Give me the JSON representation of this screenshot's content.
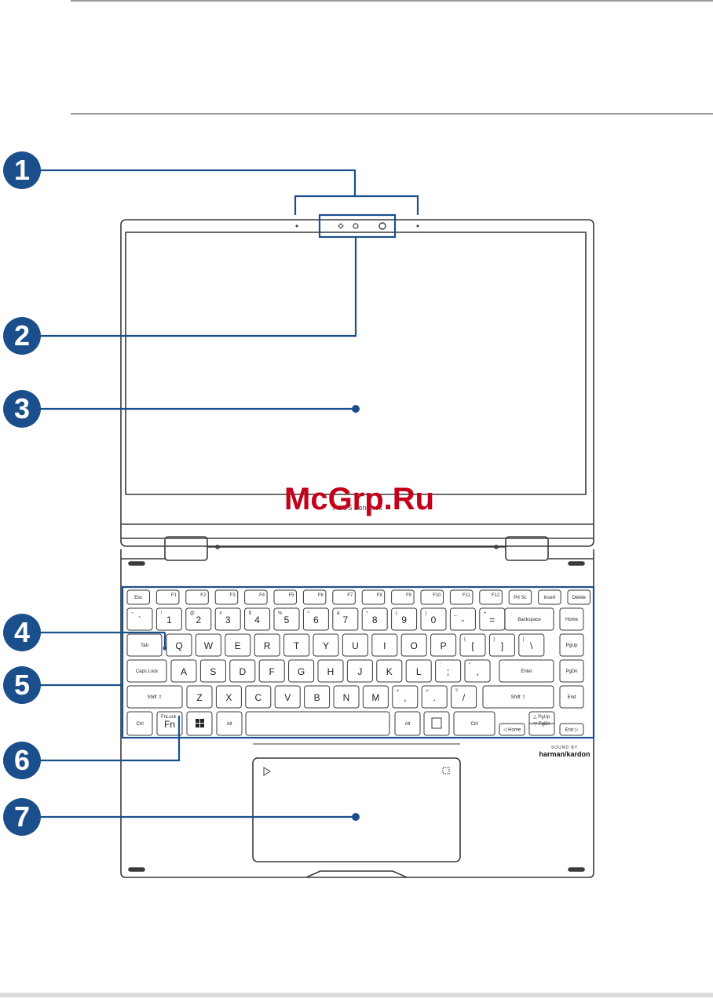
{
  "callouts": [
    "1",
    "2",
    "3",
    "4",
    "5",
    "6",
    "7"
  ],
  "watermark": "McGrp.Ru",
  "laptop_logo": "ASUS ZenBook",
  "speaker_brand": {
    "top": "SOUND BY",
    "name": "harman/kardon"
  },
  "colors": {
    "callout": "#1b4f8c",
    "line": "#1b4f8c",
    "outline": "#3a3a3a",
    "watermark": "#c4001a"
  },
  "keyboard": {
    "row0": [
      {
        "main": "Esc",
        "sub": ""
      },
      {
        "main": "",
        "sub": "F1"
      },
      {
        "main": "",
        "sub": "F2"
      },
      {
        "main": "",
        "sub": "F3"
      },
      {
        "main": "",
        "sub": "F4"
      },
      {
        "main": "",
        "sub": "F5"
      },
      {
        "main": "",
        "sub": "F6"
      },
      {
        "main": "",
        "sub": "F7"
      },
      {
        "main": "",
        "sub": "F8"
      },
      {
        "main": "",
        "sub": "F9"
      },
      {
        "main": "",
        "sub": "F10"
      },
      {
        "main": "",
        "sub": "F11"
      },
      {
        "main": "",
        "sub": "F12"
      },
      {
        "main": "Prt Sc",
        "sub": ""
      },
      {
        "main": "Insert",
        "sub": ""
      },
      {
        "main": "Delete",
        "sub": ""
      }
    ],
    "row1": [
      {
        "main": "`",
        "sub": "~"
      },
      {
        "main": "1",
        "sub": "!"
      },
      {
        "main": "2",
        "sub": "@"
      },
      {
        "main": "3",
        "sub": "#"
      },
      {
        "main": "4",
        "sub": "$"
      },
      {
        "main": "5",
        "sub": "%"
      },
      {
        "main": "6",
        "sub": "^"
      },
      {
        "main": "7",
        "sub": "&"
      },
      {
        "main": "8",
        "sub": "*"
      },
      {
        "main": "9",
        "sub": "("
      },
      {
        "main": "0",
        "sub": ")"
      },
      {
        "main": "-",
        "sub": "_"
      },
      {
        "main": "=",
        "sub": "+"
      },
      {
        "main": "Backspace",
        "sub": ""
      },
      {
        "main": "Home",
        "sub": ""
      }
    ],
    "row2": [
      {
        "main": "Tab",
        "sub": ""
      },
      {
        "main": "Q",
        "sub": ""
      },
      {
        "main": "W",
        "sub": ""
      },
      {
        "main": "E",
        "sub": ""
      },
      {
        "main": "R",
        "sub": ""
      },
      {
        "main": "T",
        "sub": ""
      },
      {
        "main": "Y",
        "sub": ""
      },
      {
        "main": "U",
        "sub": ""
      },
      {
        "main": "I",
        "sub": ""
      },
      {
        "main": "O",
        "sub": ""
      },
      {
        "main": "P",
        "sub": ""
      },
      {
        "main": "[",
        "sub": "{"
      },
      {
        "main": "]",
        "sub": "}"
      },
      {
        "main": "\\",
        "sub": "|"
      },
      {
        "main": "PgUp",
        "sub": ""
      }
    ],
    "row3": [
      {
        "main": "Caps Lock",
        "sub": ""
      },
      {
        "main": "A",
        "sub": ""
      },
      {
        "main": "S",
        "sub": ""
      },
      {
        "main": "D",
        "sub": ""
      },
      {
        "main": "F",
        "sub": ""
      },
      {
        "main": "G",
        "sub": ""
      },
      {
        "main": "H",
        "sub": ""
      },
      {
        "main": "J",
        "sub": ""
      },
      {
        "main": "K",
        "sub": ""
      },
      {
        "main": "L",
        "sub": ""
      },
      {
        "main": ";",
        "sub": ":"
      },
      {
        "main": ",",
        "sub": "\""
      },
      {
        "main": "Enter",
        "sub": ""
      },
      {
        "main": "PgDn",
        "sub": ""
      }
    ],
    "row4": [
      {
        "main": "Shift ⇧",
        "sub": ""
      },
      {
        "main": "Z",
        "sub": ""
      },
      {
        "main": "X",
        "sub": ""
      },
      {
        "main": "C",
        "sub": ""
      },
      {
        "main": "V",
        "sub": ""
      },
      {
        "main": "B",
        "sub": ""
      },
      {
        "main": "N",
        "sub": ""
      },
      {
        "main": "M",
        "sub": ""
      },
      {
        "main": ",",
        "sub": "<"
      },
      {
        "main": ".",
        "sub": ">"
      },
      {
        "main": "/",
        "sub": "?"
      },
      {
        "main": "Shift ⇧",
        "sub": ""
      },
      {
        "main": "End",
        "sub": ""
      }
    ],
    "row5": [
      {
        "main": "Ctrl",
        "sub": ""
      },
      {
        "main": "Fn",
        "sub": "FnLock"
      },
      {
        "main": "",
        "sub": ""
      },
      {
        "main": "Alt",
        "sub": ""
      },
      {
        "main": "",
        "sub": ""
      },
      {
        "main": "Alt",
        "sub": ""
      },
      {
        "main": "",
        "sub": ""
      },
      {
        "main": "Ctrl",
        "sub": ""
      },
      {
        "main": "◁ Home",
        "sub": ""
      },
      {
        "main": "▽ PgDn",
        "sub": "△ PgUp"
      },
      {
        "main": "End ▷",
        "sub": ""
      }
    ]
  }
}
